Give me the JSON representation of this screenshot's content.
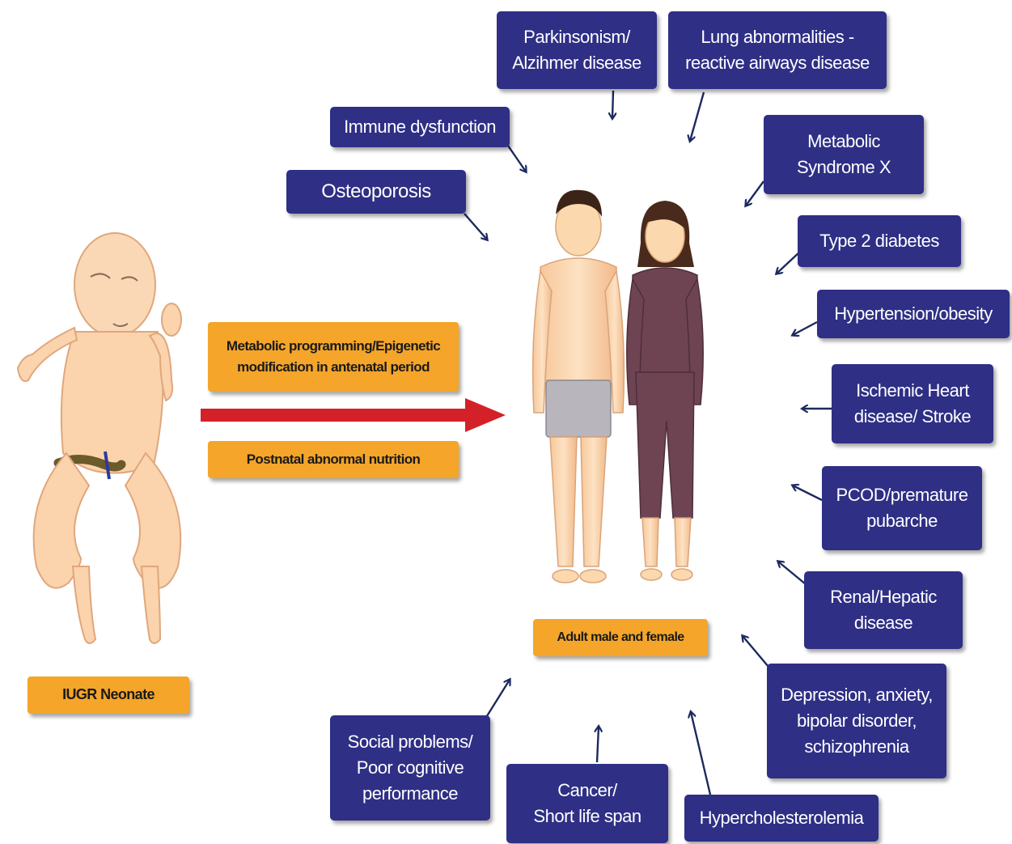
{
  "colors": {
    "outcome_box": "#2e2f85",
    "label_box": "#f4a52a",
    "main_arrow": "#d42027",
    "connector": "#1c2a5e"
  },
  "labels": {
    "neonate": "IUGR Neonate",
    "adults": "Adult male and female",
    "cause_1": "Metabolic programming/Epigenetic\nmodification in antenatal period",
    "cause_2": "Postnatal abnormal nutrition"
  },
  "outcomes": [
    {
      "id": "parkinsonism",
      "text": "Parkinsonism/\nAlzihmer disease"
    },
    {
      "id": "lung",
      "text": "Lung abnormalities -\nreactive airways disease"
    },
    {
      "id": "immune",
      "text": "Immune dysfunction"
    },
    {
      "id": "osteoporosis",
      "text": "Osteoporosis"
    },
    {
      "id": "metabolic",
      "text": "Metabolic\nSyndrome X"
    },
    {
      "id": "diabetes",
      "text": "Type 2 diabetes"
    },
    {
      "id": "hypertension",
      "text": "Hypertension/obesity"
    },
    {
      "id": "ischemic",
      "text": "Ischemic Heart\ndisease/ Stroke"
    },
    {
      "id": "pcod",
      "text": "PCOD/premature\npubarche"
    },
    {
      "id": "renal",
      "text": "Renal/Hepatic\ndisease"
    },
    {
      "id": "depression",
      "text": "Depression, anxiety,\nbipolar disorder,\nschizophrenia"
    },
    {
      "id": "social",
      "text": "Social problems/\nPoor cognitive\nperformance"
    },
    {
      "id": "cancer",
      "text": "Cancer/\nShort life span"
    },
    {
      "id": "cholesterol",
      "text": "Hypercholesterolemia"
    }
  ]
}
